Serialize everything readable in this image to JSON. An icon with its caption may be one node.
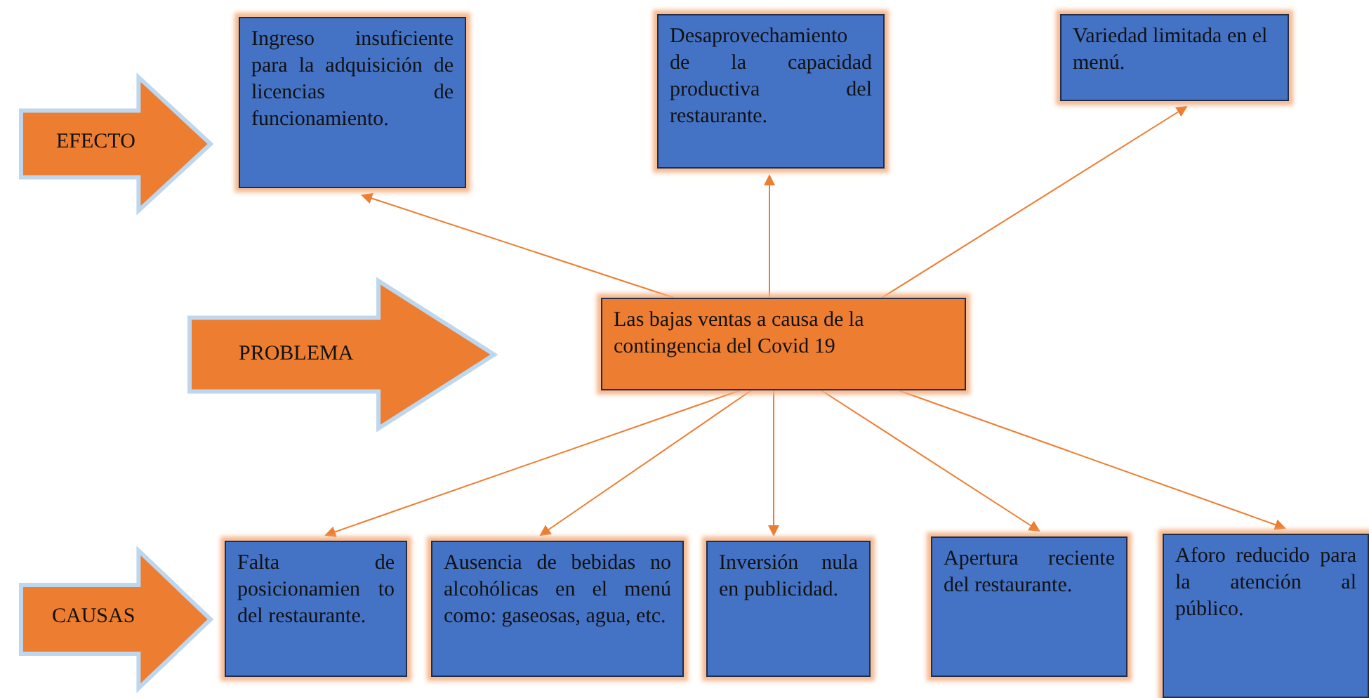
{
  "diagram": {
    "nodes": [
      {
        "text": [
          "EFECTO"
        ]
      },
      {
        "text": [
          "Ingreso insuficiente para la adquisición de licencias de funcionamiento."
        ]
      },
      {
        "text": [
          "Desaprovechamiento de la capacidad productiva del restaurante."
        ]
      },
      {
        "text": [
          "Variedad limitada en el menú."
        ]
      },
      {
        "text": [
          "PROBLEMA"
        ]
      },
      {
        "text": [
          "Las bajas ventas a causa de la contingencia del Covid 19"
        ]
      },
      {
        "text": [
          "CAUSAS"
        ]
      },
      {
        "text": [
          "Falta de posicionamien to del restaurante."
        ]
      },
      {
        "text": [
          "Ausencia de bebidas no alcohólicas en el menú como: gaseosas, agua, etc."
        ]
      },
      {
        "text": [
          "Inversión nula en publicidad."
        ]
      },
      {
        "text": [
          "Apertura reciente del restaurante."
        ]
      },
      {
        "text": [
          "Aforo reducido para la atención al público."
        ]
      }
    ],
    "edges": [
      {
        "from": 5,
        "to": 1,
        "arrow": "to"
      },
      {
        "from": 5,
        "to": 2,
        "arrow": "to"
      },
      {
        "from": 5,
        "to": 3,
        "arrow": "to"
      },
      {
        "from": 5,
        "to": 7,
        "arrow": "to"
      },
      {
        "from": 5,
        "to": 8,
        "arrow": "to"
      },
      {
        "from": 5,
        "to": 9,
        "arrow": "to"
      },
      {
        "from": 5,
        "to": 10,
        "arrow": "to"
      },
      {
        "from": 5,
        "to": 11,
        "arrow": "to"
      }
    ]
  }
}
